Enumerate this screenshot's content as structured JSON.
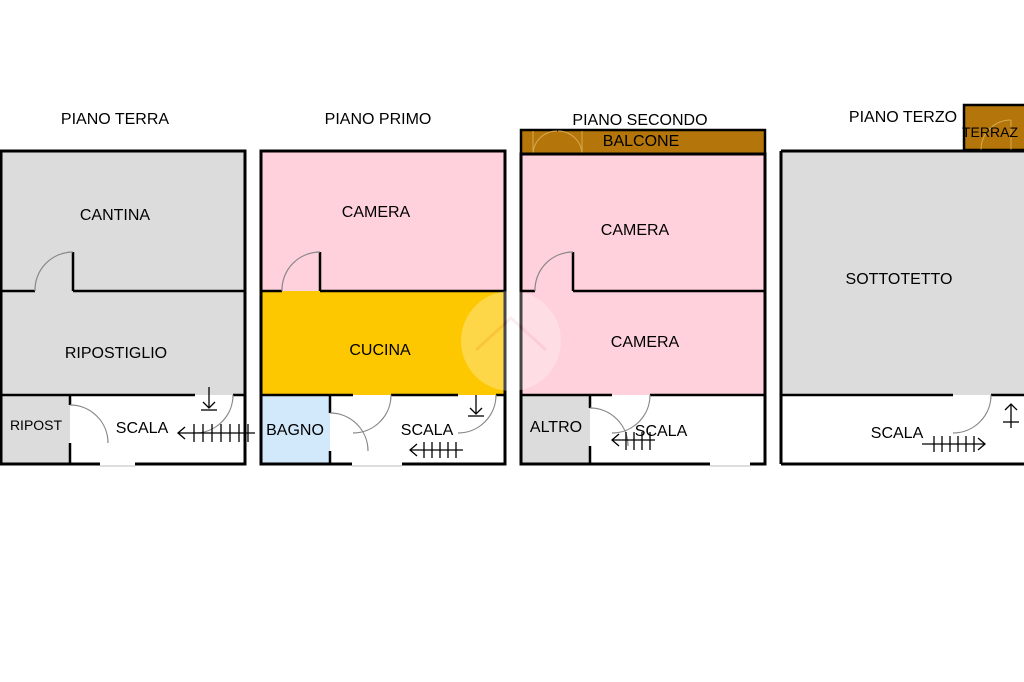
{
  "colors": {
    "grey_room": "#dcdcdc",
    "pink_room": "#ffd1dc",
    "kitchen": "#fdc800",
    "bath": "#d2e8fb",
    "balcony": "#b4760a",
    "white_room": "#ffffff"
  },
  "floors": [
    {
      "title": "PIANO TERRA",
      "rooms": {
        "cantina": "CANTINA",
        "ripostiglio": "RIPOSTIGLIO",
        "ripost": "RIPOST",
        "scala": "SCALA"
      }
    },
    {
      "title": "PIANO PRIMO",
      "rooms": {
        "camera": "CAMERA",
        "cucina": "CUCINA",
        "bagno": "BAGNO",
        "scala": "SCALA"
      }
    },
    {
      "title": "PIANO SECONDO",
      "rooms": {
        "balcone": "BALCONE",
        "camera_top": "CAMERA",
        "camera_bottom": "CAMERA",
        "altro": "ALTRO",
        "scala": "SCALA"
      }
    },
    {
      "title": "PIANO TERZO",
      "rooms": {
        "terrazzo": "TERRAZ",
        "sottotetto": "SOTTOTETTO",
        "scala": "SCALA"
      }
    }
  ]
}
